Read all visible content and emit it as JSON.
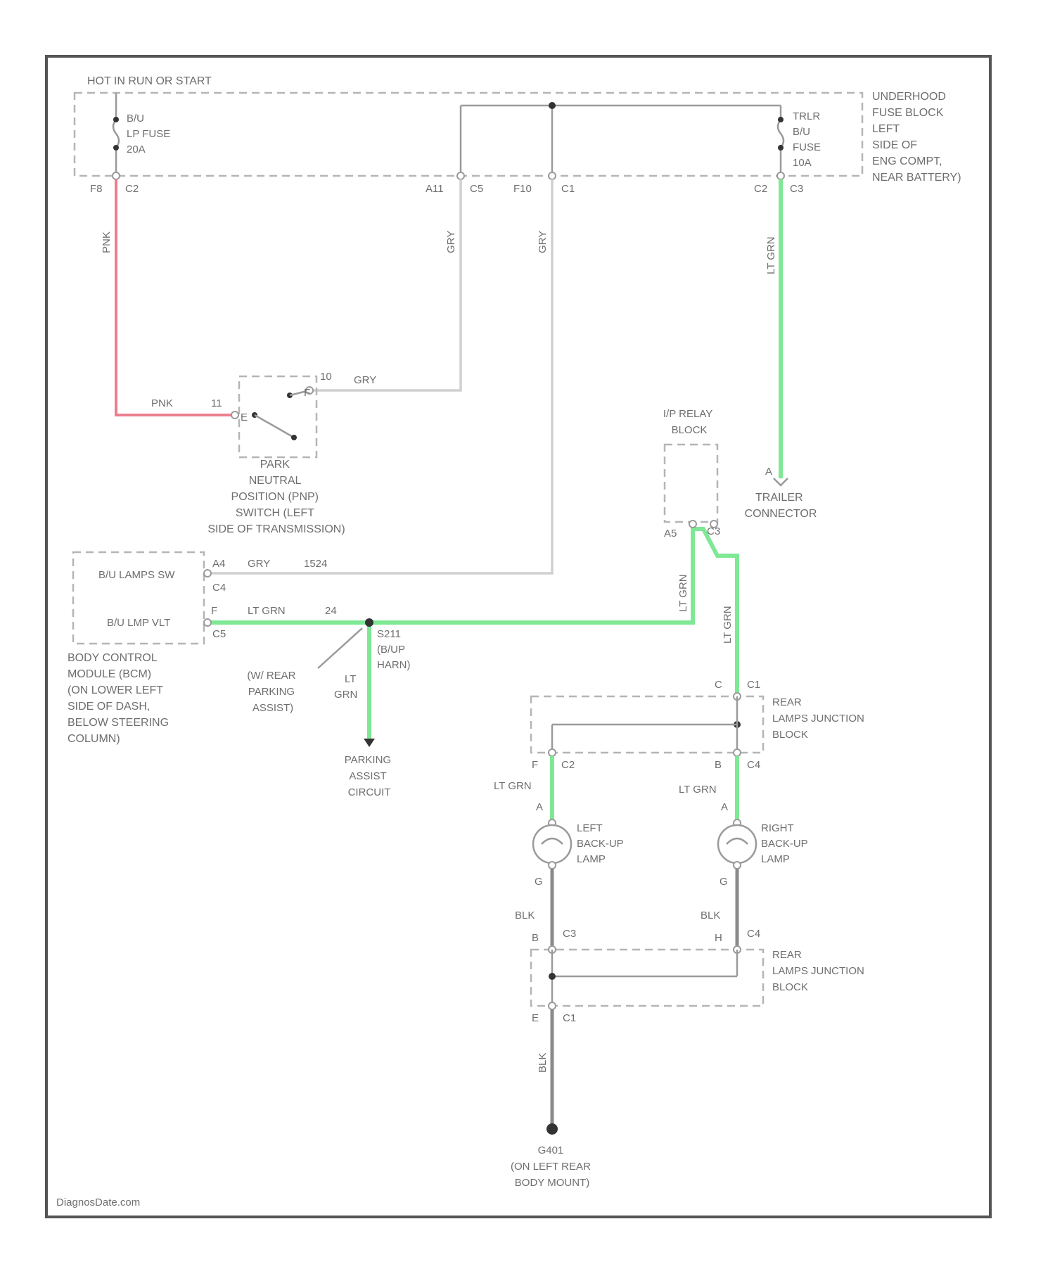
{
  "colors": {
    "pink_wire": "#ec7e8e",
    "gray_wire": "#d0d0d0",
    "lt_green_wire": "#7fe895",
    "black_wire": "#8a8a8a"
  },
  "header": {
    "hot_in": "HOT IN RUN OR START"
  },
  "underhood_block": {
    "title": [
      "UNDERHOOD",
      "FUSE BLOCK",
      "LEFT",
      "SIDE OF",
      "ENG COMPT,",
      "NEAR BATTERY)"
    ],
    "bu_fuse": [
      "B/U",
      "LP FUSE",
      "20A"
    ],
    "trlr_fuse": [
      "TRLR",
      "B/U",
      "FUSE",
      "10A"
    ],
    "pins": {
      "f8": "F8",
      "c2_left": "C2",
      "a11": "A11",
      "c5": "C5",
      "f10": "F10",
      "c1": "C1",
      "c2_right": "C2",
      "c3_right": "C3"
    }
  },
  "wires": {
    "pnk_vertical": "PNK",
    "gry_left": "GRY",
    "gry_right": "GRY",
    "lt_grn_top": "LT GRN",
    "pnk_switch": "PNK",
    "gry_switch": "GRY",
    "gry_bcm": "GRY",
    "bcm_gry_circuit": "1524",
    "lt_grn_bcm": "LT GRN",
    "bcm_grn_circuit": "24",
    "lt_grn_splice_down": [
      "LT",
      "GRN"
    ],
    "lt_grn_relay": "LT GRN",
    "lt_grn_relay_right": "LT GRN",
    "lt_grn_left_lamp": "LT GRN",
    "lt_grn_right_lamp": "LT GRN",
    "blk_left": "BLK",
    "blk_right": "BLK",
    "blk_ground": "BLK"
  },
  "pnp_switch": {
    "pin_10": "10",
    "pin_11": "11",
    "pin_f": "F",
    "pin_e": "E",
    "label": [
      "PARK",
      "NEUTRAL",
      "POSITION (PNP)",
      "SWITCH (LEFT",
      "SIDE OF TRANSMISSION)"
    ]
  },
  "bcm": {
    "bu_lamps_sw": "B/U LAMPS SW",
    "bu_lmp_vlt": "B/U LMP VLT",
    "pin_a4": "A4",
    "pin_c4": "C4",
    "pin_f": "F",
    "pin_c5": "C5",
    "label": [
      "BODY CONTROL",
      "MODULE (BCM)",
      "(ON LOWER LEFT",
      "SIDE OF DASH,",
      "BELOW STEERING",
      "COLUMN)"
    ]
  },
  "splice": {
    "label": [
      "S211",
      "(B/UP",
      "HARN)"
    ],
    "note": [
      "(W/ REAR",
      "PARKING",
      "ASSIST)"
    ]
  },
  "parking_assist": [
    "PARKING",
    "ASSIST",
    "CIRCUIT"
  ],
  "relay_block": {
    "title": [
      "I/P RELAY",
      "BLOCK"
    ],
    "pin_a5": "A5",
    "pin_c3": "C3"
  },
  "trailer": {
    "pin_a": "A",
    "label": [
      "TRAILER",
      "CONNECTOR"
    ]
  },
  "rear_junction_top": {
    "label": [
      "REAR",
      "LAMPS JUNCTION",
      "BLOCK"
    ],
    "pin_c": "C",
    "pin_c1": "C1",
    "pin_f": "F",
    "pin_c2": "C2",
    "pin_b": "B",
    "pin_c4": "C4"
  },
  "left_lamp": {
    "label": [
      "LEFT",
      "BACK-UP",
      "LAMP"
    ],
    "pin_a": "A",
    "pin_g": "G"
  },
  "right_lamp": {
    "label": [
      "RIGHT",
      "BACK-UP",
      "LAMP"
    ],
    "pin_a": "A",
    "pin_g": "G"
  },
  "rear_junction_bottom": {
    "label": [
      "REAR",
      "LAMPS JUNCTION",
      "BLOCK"
    ],
    "pin_b": "B",
    "pin_c3": "C3",
    "pin_h": "H",
    "pin_c4": "C4",
    "pin_e": "E",
    "pin_c1": "C1"
  },
  "ground": {
    "label": [
      "G401",
      "(ON LEFT REAR",
      "BODY MOUNT)"
    ]
  },
  "watermark": "DiagnosDate.com"
}
